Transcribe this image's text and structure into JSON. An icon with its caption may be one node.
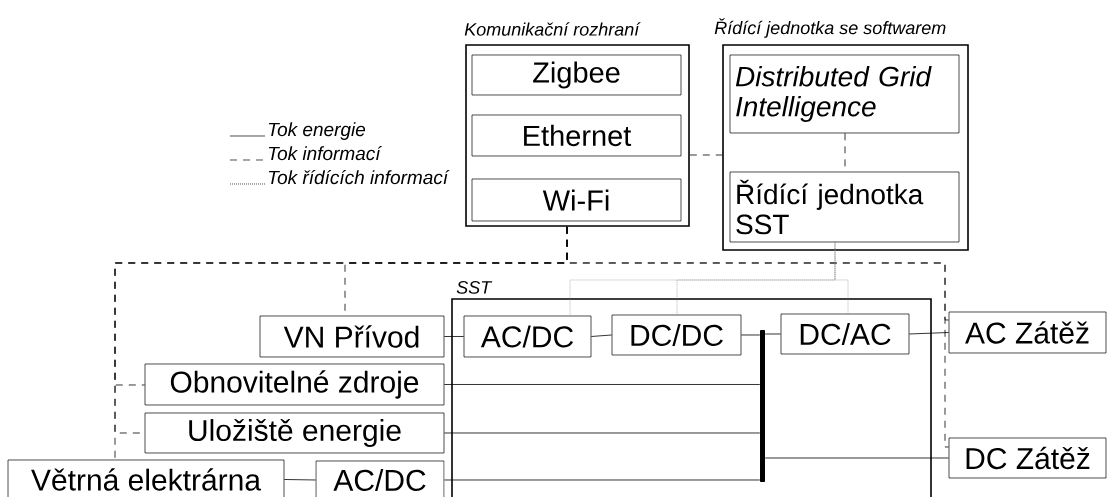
{
  "diagram": {
    "nodes": [
      {
        "text": [
          "Komunikační rozhraní"
        ]
      },
      {
        "text": [
          "Zigbee"
        ],
        "in": 0
      },
      {
        "text": [
          "Ethernet"
        ],
        "in": 0
      },
      {
        "text": [
          "Wi-Fi"
        ],
        "in": 0
      },
      {
        "text": [
          "Řídící jednotka se softwarem"
        ]
      },
      {
        "text": [
          "Distributed Grid Intelligence"
        ],
        "in": 4
      },
      {
        "text": [
          "Řídící jednotka SST"
        ],
        "in": 4
      },
      {
        "text": [
          "SST"
        ]
      },
      {
        "text": [
          "VN Přívod"
        ]
      },
      {
        "text": [
          "AC/DC"
        ],
        "in": 7
      },
      {
        "text": [
          "DC/DC"
        ],
        "in": 7
      },
      {
        "text": [
          "DC/AC"
        ],
        "in": 7
      },
      {
        "text": [
          "AC Zátěž"
        ]
      },
      {
        "text": [
          "Obnovitelné zdroje"
        ]
      },
      {
        "text": [
          "Uložiště energie"
        ]
      },
      {
        "text": [
          "Větrná elektrárna"
        ]
      },
      {
        "text": [
          "AC/DC"
        ]
      },
      {
        "text": [
          "DC Zátěž"
        ]
      },
      {
        "text": [],
        "shape": "bar",
        "in": 7
      }
    ],
    "edges": [
      {
        "from": 8,
        "to": 9,
        "arrow": "none"
      },
      {
        "from": 9,
        "to": 10,
        "arrow": "none"
      },
      {
        "from": 10,
        "to": 18,
        "arrow": "none"
      },
      {
        "from": 18,
        "to": 11,
        "arrow": "none"
      },
      {
        "from": 11,
        "to": 12,
        "arrow": "none"
      },
      {
        "from": 13,
        "to": 18,
        "arrow": "none"
      },
      {
        "from": 14,
        "to": 18,
        "arrow": "none"
      },
      {
        "from": 15,
        "to": 16,
        "arrow": "none"
      },
      {
        "from": 16,
        "to": 18,
        "arrow": "none"
      },
      {
        "from": 18,
        "to": 17,
        "arrow": "none"
      },
      {
        "from": 0,
        "to": 4,
        "arrow": "none",
        "style": "dashed"
      },
      {
        "from": 5,
        "to": 6,
        "arrow": "none",
        "style": "dashed"
      },
      {
        "from": 0,
        "to": 8,
        "arrow": "none",
        "style": "dashed"
      },
      {
        "from": 0,
        "to": 13,
        "arrow": "none",
        "style": "dashed"
      },
      {
        "from": 0,
        "to": 14,
        "arrow": "none",
        "style": "dashed"
      },
      {
        "from": 0,
        "to": 15,
        "arrow": "none",
        "style": "dashed"
      },
      {
        "from": 0,
        "to": 12,
        "arrow": "none",
        "style": "dashed"
      },
      {
        "from": 0,
        "to": 17,
        "arrow": "none",
        "style": "dashed"
      },
      {
        "from": 6,
        "to": 9,
        "arrow": "none",
        "style": "dashed",
        "color": "#808080"
      },
      {
        "from": 6,
        "to": 10,
        "arrow": "none",
        "style": "dashed",
        "color": "#808080"
      },
      {
        "from": 6,
        "to": 11,
        "arrow": "none",
        "style": "dashed",
        "color": "#808080"
      }
    ],
    "legend": [
      {
        "text": "Tok energie"
      },
      {
        "text": "Tok informací"
      },
      {
        "text": "Tok řídících informací"
      }
    ]
  }
}
